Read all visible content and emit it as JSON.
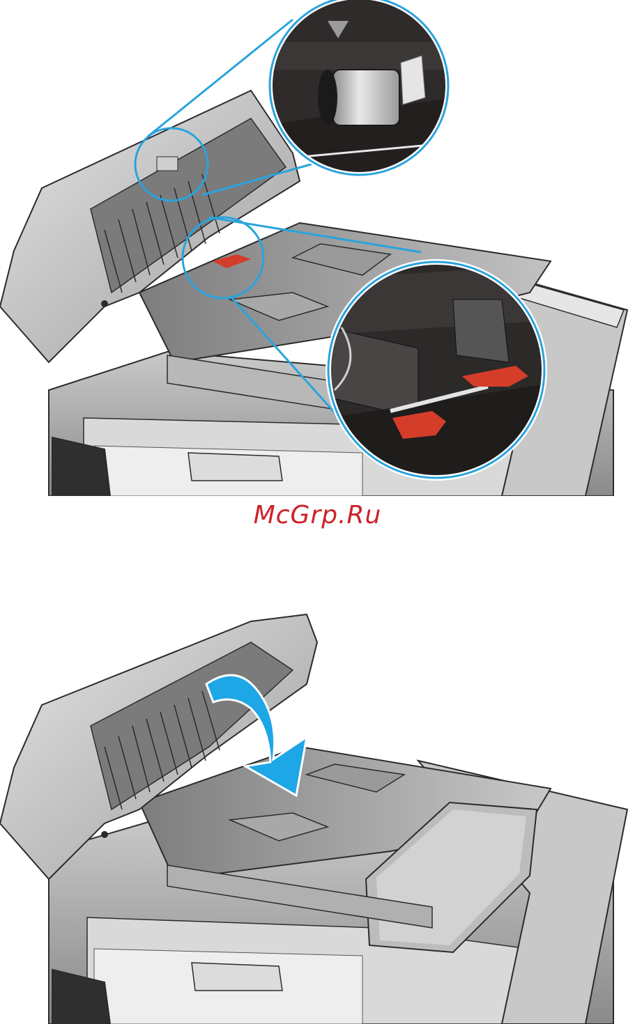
{
  "watermark": {
    "text": "McGrp.Ru",
    "color": "#cc2229"
  },
  "colors": {
    "callout_ring": "#2aa3dd",
    "arrow": "#1ea7e6",
    "tab": "#d43d2a",
    "outline": "#2b2b2b"
  },
  "figures": [
    {
      "step": "clean-pickup-rollers-and-separation-pad",
      "icons": [
        "pickup-roller-callout-icon",
        "separation-pad-callout-icon"
      ]
    },
    {
      "step": "close-document-feeder-cover",
      "icons": [
        "close-arrow-icon"
      ]
    }
  ]
}
